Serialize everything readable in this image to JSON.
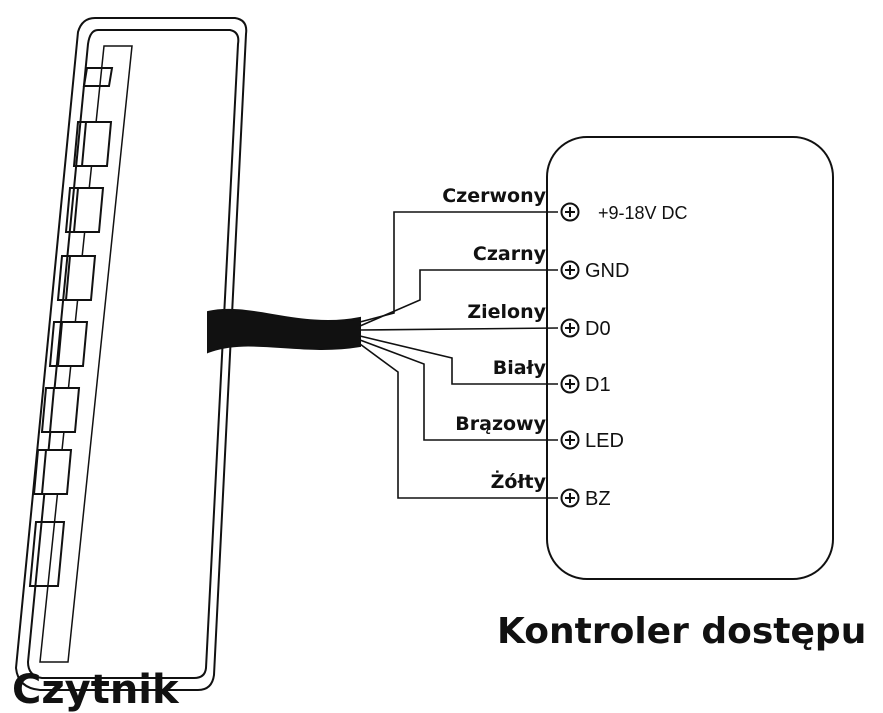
{
  "reader": {
    "label": "Czytnik"
  },
  "controller": {
    "label": "Kontroler dostępu"
  },
  "wires": [
    {
      "color_name": "Czerwony",
      "terminal": "+9-18V DC"
    },
    {
      "color_name": "Czarny",
      "terminal": "GND"
    },
    {
      "color_name": "Zielony",
      "terminal": "D0"
    },
    {
      "color_name": "Biały",
      "terminal": "D1"
    },
    {
      "color_name": "Brązowy",
      "terminal": "LED"
    },
    {
      "color_name": "Żółty",
      "terminal": "BZ"
    }
  ]
}
